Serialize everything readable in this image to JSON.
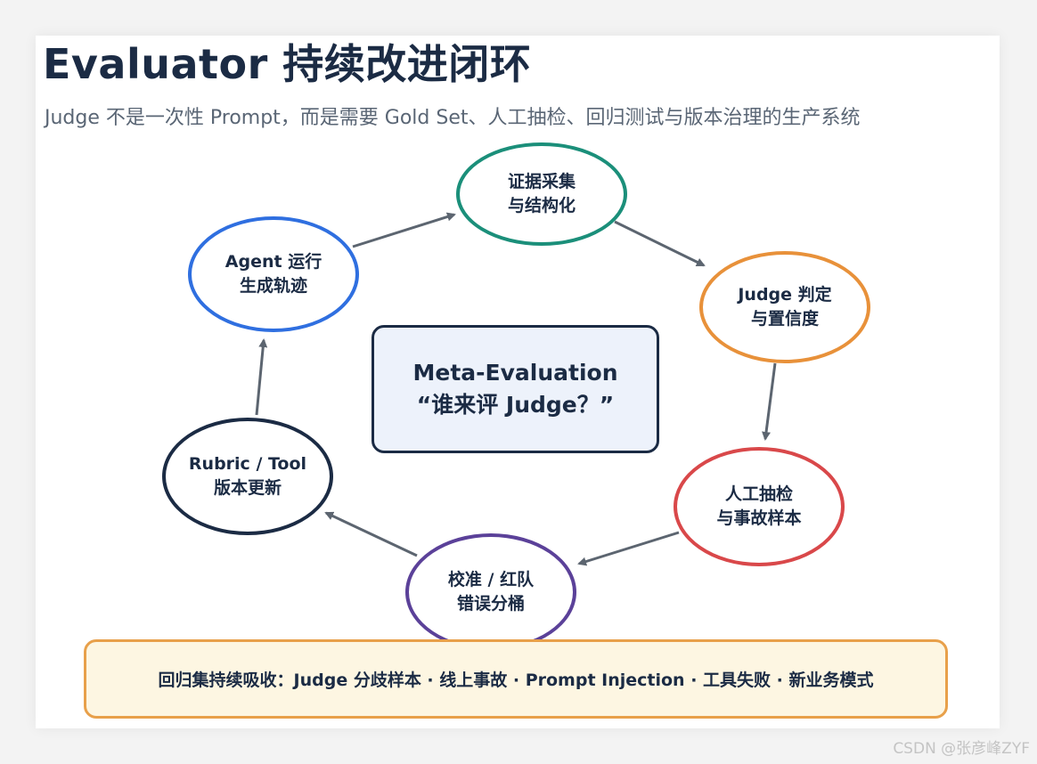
{
  "title": "Evaluator 持续改进闭环",
  "subtitle": "Judge 不是一次性 Prompt，而是需要 Gold Set、人工抽检、回归测试与版本治理的生产系统",
  "nodes": {
    "evidence": {
      "line1": "证据采集",
      "line2": "与结构化",
      "color": "#1b8f7a"
    },
    "judge": {
      "line1": "Judge 判定",
      "line2": "与置信度",
      "color": "#e8913a"
    },
    "human": {
      "line1": "人工抽检",
      "line2": "与事故样本",
      "color": "#d9484a"
    },
    "calibrate": {
      "line1": "校准 / 红队",
      "line2": "错误分桶",
      "color": "#5b4199"
    },
    "rubric": {
      "line1": "Rubric / Tool",
      "line2": "版本更新",
      "color": "#1b2b44"
    },
    "agent": {
      "line1": "Agent 运行",
      "line2": "生成轨迹",
      "color": "#2f6fe0"
    }
  },
  "center": {
    "line1": "Meta-Evaluation",
    "line2": "“谁来评 Judge？”"
  },
  "regression_bar": "回归集持续吸收：Judge 分歧样本 · 线上事故 · Prompt Injection · 工具失败 · 新业务模式",
  "watermark": "CSDN @张彦峰ZYF",
  "arrow_color": "#5c6570"
}
